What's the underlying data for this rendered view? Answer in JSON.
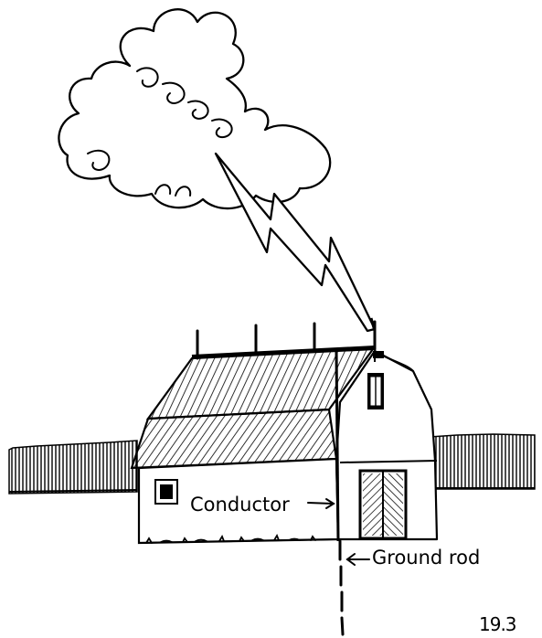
{
  "labels": {
    "conductor": "Conductor",
    "ground_rod": "Ground rod",
    "figure_number": "19.3"
  },
  "colors": {
    "ink": "#000000",
    "paper": "#ffffff"
  }
}
